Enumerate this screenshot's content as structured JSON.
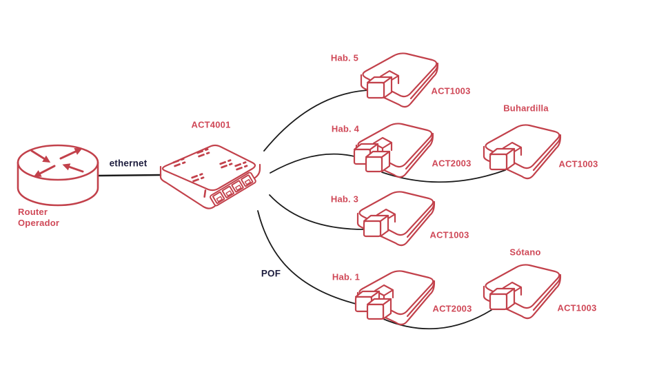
{
  "diagram": {
    "background_color": "#ffffff",
    "outline_color": "#c2414b",
    "label_color": "#cf4857",
    "cable_color": "#1b1b1b",
    "cable_label_color": "#1c1c3d",
    "router": {
      "label_line1": "Router",
      "label_line2": "Operador"
    },
    "switch": {
      "model": "ACT4001"
    },
    "links": {
      "ethernet": "ethernet",
      "pof": "POF"
    },
    "rooms": [
      {
        "name": "Hab. 5",
        "device": "ACT1003"
      },
      {
        "name": "Hab. 4",
        "device": "ACT2003"
      },
      {
        "name": "Buhardilla",
        "device": "ACT1003"
      },
      {
        "name": "Hab. 3",
        "device": "ACT1003"
      },
      {
        "name": "Hab. 1",
        "device": "ACT2003"
      },
      {
        "name": "Sótano",
        "device": "ACT1003"
      }
    ],
    "connections": [
      {
        "from": "Router Operador",
        "to": "ACT4001",
        "label": "ethernet"
      },
      {
        "from": "ACT4001",
        "to": "Hab. 5",
        "label": "POF"
      },
      {
        "from": "ACT4001",
        "to": "Hab. 4",
        "label": "POF"
      },
      {
        "from": "ACT4001",
        "to": "Hab. 3",
        "label": "POF"
      },
      {
        "from": "ACT4001",
        "to": "Hab. 1",
        "label": "POF"
      },
      {
        "from": "Hab. 4",
        "to": "Buhardilla",
        "label": ""
      },
      {
        "from": "Hab. 1",
        "to": "Sótano",
        "label": ""
      }
    ]
  }
}
